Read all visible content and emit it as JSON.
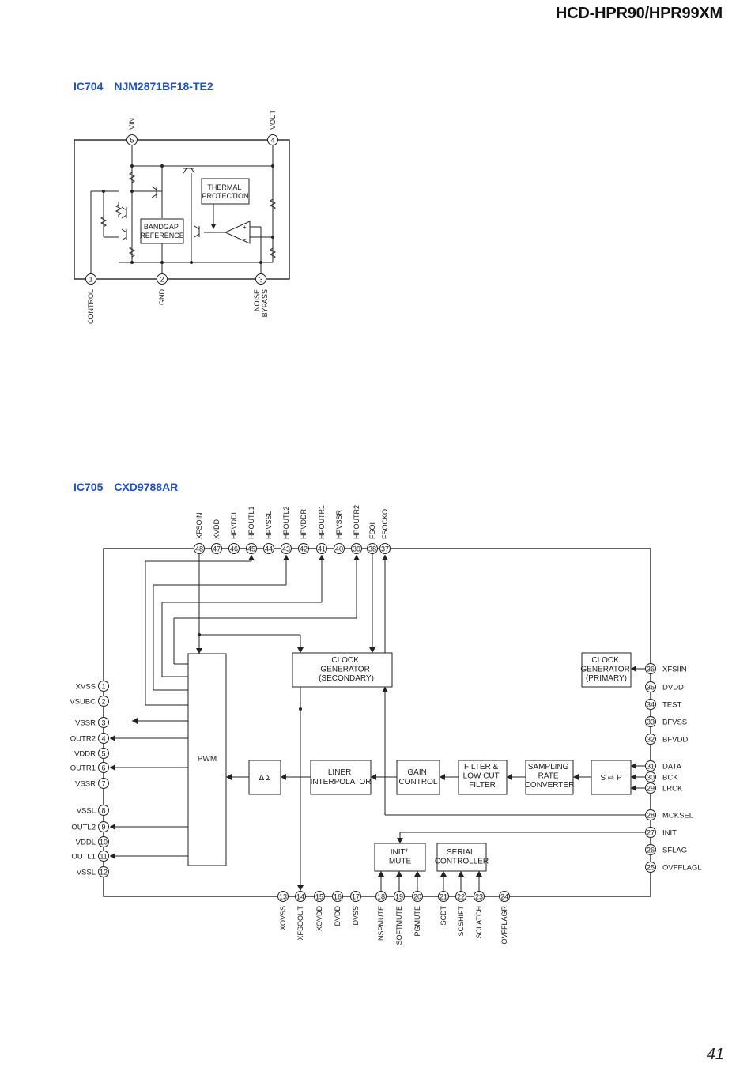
{
  "header": {
    "model": "HCD-HPR90/HPR99XM"
  },
  "page_number": "41",
  "ic704": {
    "ref": "IC704",
    "part": "NJM2871BF18-TE2",
    "blocks": {
      "thermal": "THERMAL\nPROTECTION",
      "bandgap": "BANDGAP\nREFERENCE"
    },
    "pins": [
      {
        "num": "5",
        "name": "VIN"
      },
      {
        "num": "4",
        "name": "VOUT"
      },
      {
        "num": "1",
        "name": "CONTROL"
      },
      {
        "num": "2",
        "name": "GND"
      },
      {
        "num": "3",
        "name": "NOISE\nBYPASS"
      }
    ]
  },
  "ic705": {
    "ref": "IC705",
    "part": "CXD9788AR",
    "blocks": {
      "pwm": "PWM",
      "delta_sigma": "Δ Σ",
      "liner_interpolator": "LINER\nINTERPOLATOR",
      "gain_control": "GAIN\nCONTROL",
      "filter": "FILTER &\nLOW CUT\nFILTER",
      "sampling_rate": "SAMPLING\nRATE\nCONVERTER",
      "s_to_p": "S ⇨ P",
      "clock_secondary": "CLOCK\nGENERATOR\n(SECONDARY)",
      "clock_primary": "CLOCK\nGENERATOR\n(PRIMARY)",
      "init_mute": "INIT/\nMUTE",
      "serial_controller": "SERIAL\nCONTROLLER"
    },
    "top_pins": [
      {
        "num": "48",
        "name": "XFSOIN"
      },
      {
        "num": "47",
        "name": "XVDD"
      },
      {
        "num": "46",
        "name": "HPVDDL"
      },
      {
        "num": "45",
        "name": "HPOUTL1"
      },
      {
        "num": "44",
        "name": "HPVSSL"
      },
      {
        "num": "43",
        "name": "HPOUTL2"
      },
      {
        "num": "42",
        "name": "HPVDDR"
      },
      {
        "num": "41",
        "name": "HPOUTR1"
      },
      {
        "num": "40",
        "name": "HPVSSR"
      },
      {
        "num": "39",
        "name": "HPOUTR2"
      },
      {
        "num": "38",
        "name": "FSOI"
      },
      {
        "num": "37",
        "name": "FSOCKO"
      }
    ],
    "left_pins": [
      {
        "num": "1",
        "name": "XVSS"
      },
      {
        "num": "2",
        "name": "VSUBC"
      },
      {
        "num": "3",
        "name": "VSSR"
      },
      {
        "num": "4",
        "name": "OUTR2"
      },
      {
        "num": "5",
        "name": "VDDR"
      },
      {
        "num": "6",
        "name": "OUTR1"
      },
      {
        "num": "7",
        "name": "VSSR"
      },
      {
        "num": "8",
        "name": "VSSL"
      },
      {
        "num": "9",
        "name": "OUTL2"
      },
      {
        "num": "10",
        "name": "VDDL"
      },
      {
        "num": "11",
        "name": "OUTL1"
      },
      {
        "num": "12",
        "name": "VSSL"
      }
    ],
    "right_pins": [
      {
        "num": "36",
        "name": "XFSIIN"
      },
      {
        "num": "35",
        "name": "DVDD"
      },
      {
        "num": "34",
        "name": "TEST"
      },
      {
        "num": "33",
        "name": "BFVSS"
      },
      {
        "num": "32",
        "name": "BFVDD"
      },
      {
        "num": "31",
        "name": "DATA"
      },
      {
        "num": "30",
        "name": "BCK"
      },
      {
        "num": "29",
        "name": "LRCK"
      },
      {
        "num": "28",
        "name": "MCKSEL"
      },
      {
        "num": "27",
        "name": "INIT"
      },
      {
        "num": "26",
        "name": "SFLAG"
      },
      {
        "num": "25",
        "name": "OVFFLAGL"
      }
    ],
    "bottom_pins": [
      {
        "num": "13",
        "name": "XOVSS"
      },
      {
        "num": "14",
        "name": "XFSOOUT"
      },
      {
        "num": "15",
        "name": "XOVDD"
      },
      {
        "num": "16",
        "name": "DVDD"
      },
      {
        "num": "17",
        "name": "DVSS"
      },
      {
        "num": "18",
        "name": "NSPMUTE"
      },
      {
        "num": "19",
        "name": "SOFTMUTE"
      },
      {
        "num": "20",
        "name": "PGMUTE"
      },
      {
        "num": "21",
        "name": "SCDT"
      },
      {
        "num": "22",
        "name": "SCSHIFT"
      },
      {
        "num": "23",
        "name": "SCLATCH"
      },
      {
        "num": "24",
        "name": "OVFFLAGR"
      }
    ]
  }
}
